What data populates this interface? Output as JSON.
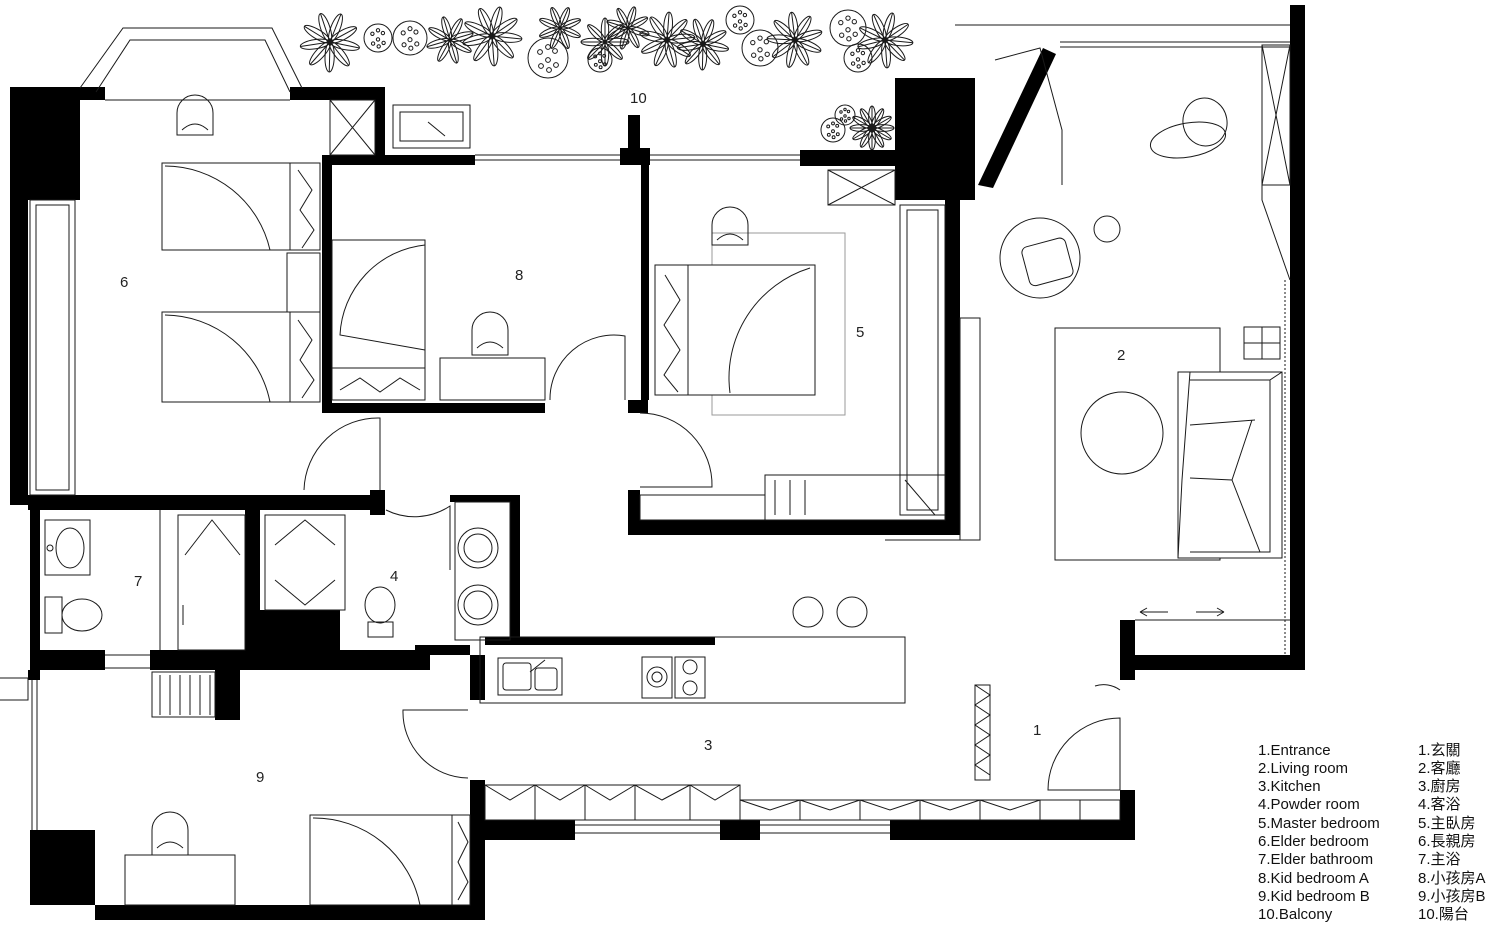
{
  "plan_labels": {
    "balcony": "10",
    "elder_bedroom": "6",
    "kid_bedroom_a": "8",
    "master_bedroom": "5",
    "living_room": "2",
    "elder_bathroom": "7",
    "powder_room": "4",
    "entrance": "1",
    "kitchen": "3",
    "kid_bedroom_b": "9"
  },
  "legend": {
    "en": [
      "1.Entrance",
      "2.Living room",
      "3.Kitchen",
      "4.Powder room",
      "5.Master bedroom",
      "6.Elder bedroom",
      "7.Elder bathroom",
      "8.Kid bedroom A",
      "9.Kid bedroom B",
      "10.Balcony"
    ],
    "zh": [
      "1.玄關",
      "2.客廳",
      "3.廚房",
      "4.客浴",
      "5.主臥房",
      "6.長親房",
      "7.主浴",
      "8.小孩房A",
      "9.小孩房B",
      "10.陽台"
    ]
  }
}
